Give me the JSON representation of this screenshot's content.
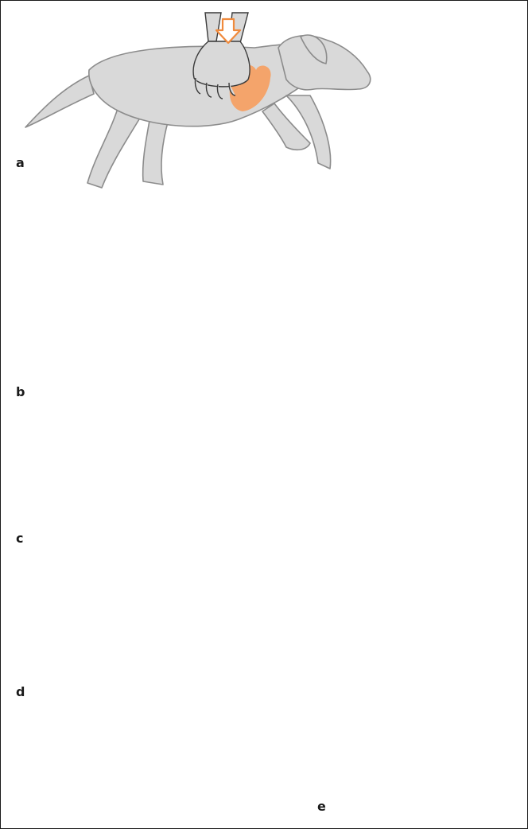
{
  "panels": [
    {
      "label": "a"
    },
    {
      "label": "b"
    },
    {
      "label": "c"
    },
    {
      "label": "d"
    },
    {
      "label": "e"
    }
  ],
  "colors": {
    "animal_fill": "#d9d9d9",
    "animal_stroke": "#8c8c8c",
    "heart": "#f4a46b",
    "heart_light": "#f8d5b8",
    "arrow_fill": "#ffffff",
    "arrow_stroke": "#f08a3c",
    "cross": "#f39a4e",
    "outline": "#3a3a3a"
  }
}
